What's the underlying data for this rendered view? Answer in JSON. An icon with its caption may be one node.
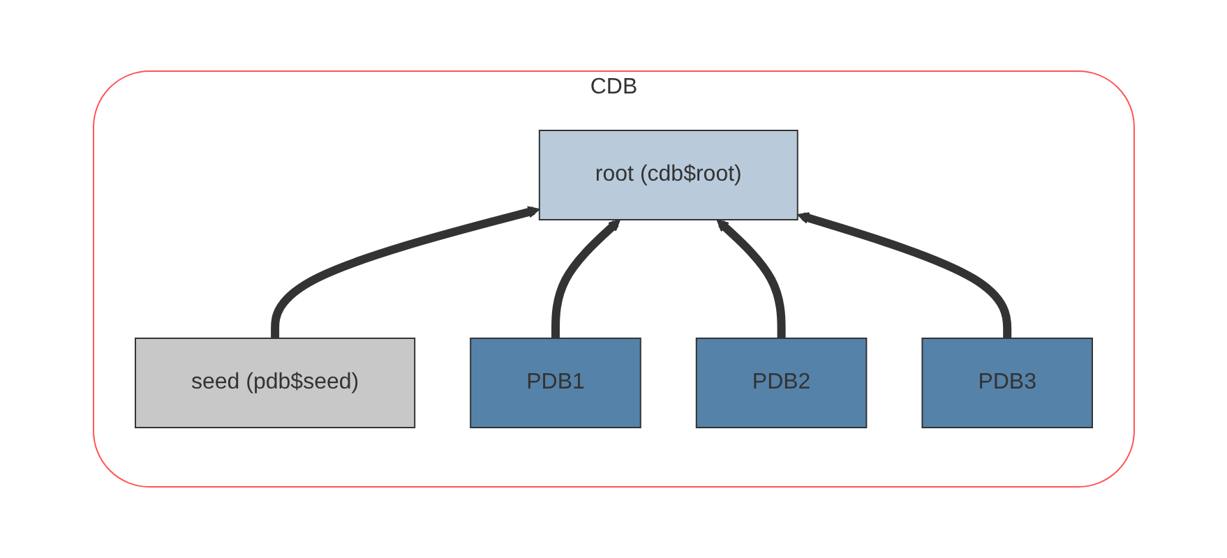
{
  "diagram": {
    "nodes": [
      {
        "text": [
          "CDB"
        ]
      },
      {
        "text": [
          "root (cdb$root)"
        ],
        "in": 0
      },
      {
        "text": [
          "seed (pdb$seed)"
        ],
        "in": 0
      },
      {
        "text": [
          "PDB1"
        ],
        "in": 0
      },
      {
        "text": [
          "PDB2"
        ],
        "in": 0
      },
      {
        "text": [
          "PDB3"
        ],
        "in": 0
      }
    ],
    "edges": [
      {
        "from": 2,
        "to": 1,
        "arrow": "to"
      },
      {
        "from": 3,
        "to": 1,
        "arrow": "to"
      },
      {
        "from": 4,
        "to": 1,
        "arrow": "to"
      },
      {
        "from": 5,
        "to": 1,
        "arrow": "to"
      }
    ]
  }
}
